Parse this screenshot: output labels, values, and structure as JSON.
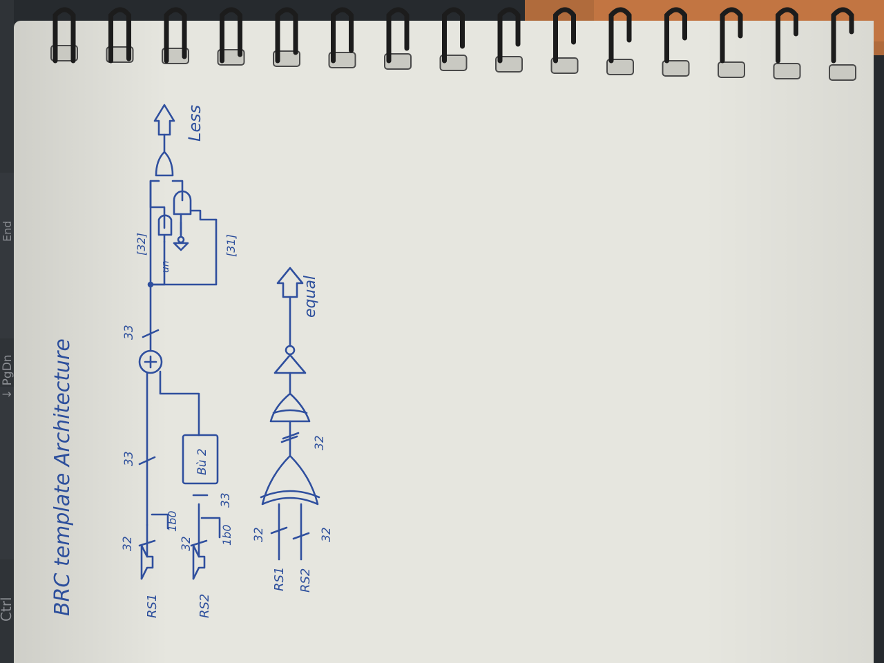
{
  "keyboard_labels": {
    "ctrl": "Ctrl",
    "pgdn": "↓ PgDn",
    "end": "End"
  },
  "diagram": {
    "title": "BRC template Architecture",
    "inputs": {
      "rs1": "RS1",
      "rs2": "RS2"
    },
    "widths": {
      "rs1_in": "32",
      "rs2_in": "32",
      "ext1": "1b0",
      "ext2": "1b0",
      "bus_a": "33",
      "bus_b": "33",
      "sum": "33",
      "xor_a": "32",
      "xor_b": "32",
      "xor_out": "32"
    },
    "blocks": {
      "complement": "Bù 2"
    },
    "taps": {
      "bit32": "[32]",
      "bit31": "[31]",
      "un": "un"
    },
    "outputs": {
      "less": "Less",
      "equal": "equal"
    }
  }
}
